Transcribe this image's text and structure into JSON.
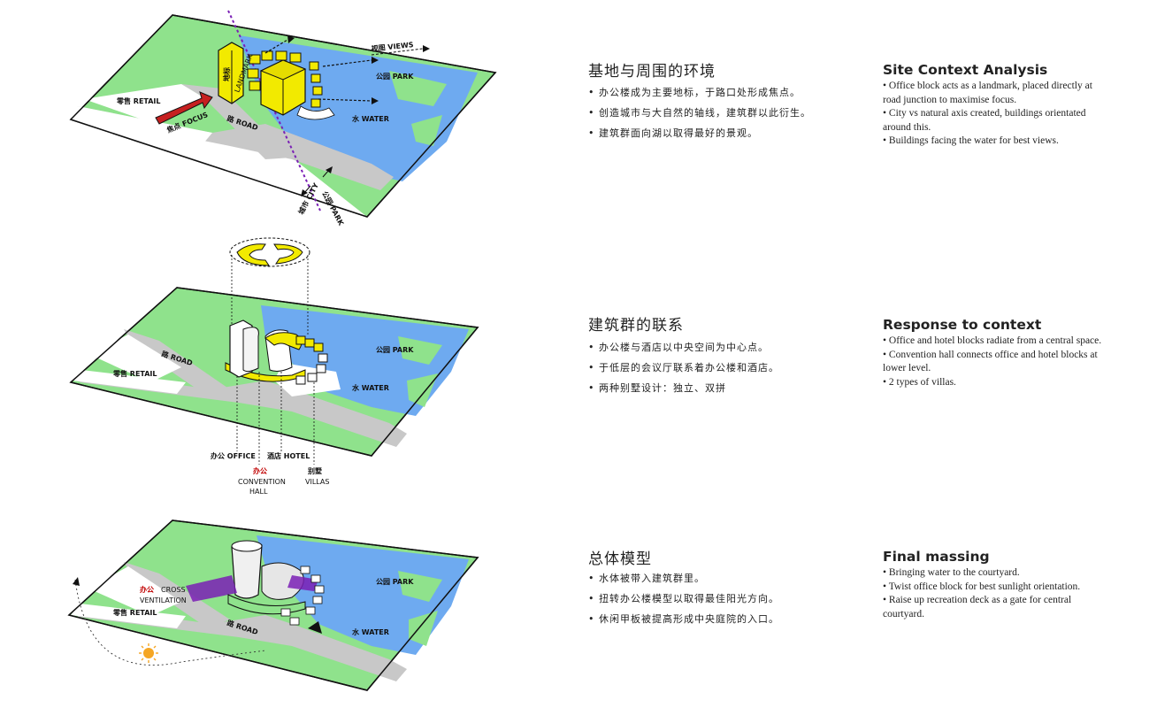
{
  "diagram1": {
    "retail": "零售 RETAIL",
    "landmark_cn": "地标",
    "landmark_en": "LANDMARK",
    "focus": "焦点 FOCUS",
    "road": "路 ROAD",
    "views": "视图 VIEWS",
    "park": "公园 PARK",
    "water": "水 WATER",
    "city": "城市 CITY",
    "park_axis": "公园 PARK"
  },
  "diagram2": {
    "road": "路 ROAD",
    "retail": "零售 RETAIL",
    "park": "公园 PARK",
    "water": "水 WATER",
    "office": "办公 OFFICE",
    "hotel": "酒店 HOTEL",
    "convention_cn": "办公",
    "convention_en1": "CONVENTION",
    "convention_en2": "HALL",
    "villas_cn": "别墅",
    "villas_en": "VILLAS"
  },
  "diagram3": {
    "cross_cn": "办公",
    "cross_en1": "CROSS",
    "cross_en2": "VENTILATION",
    "retail": "零售 RETAIL",
    "road": "路 ROAD",
    "park": "公园 PARK",
    "water": "水 WATER"
  },
  "sections": [
    {
      "cn_title": "基地与周围的环境",
      "cn_items": [
        "办公楼成为主要地标，于路口处形成焦点。",
        "创造城市与大自然的轴线，建筑群以此衍生。",
        "建筑群面向湖以取得最好的景观。"
      ],
      "en_title": "Site Context Analysis",
      "en_items": [
        "Office block acts as a landmark, placed directly at road junction to maximise focus.",
        "City vs natural axis created, buildings orientated around this.",
        "Buildings facing the water for best views."
      ]
    },
    {
      "cn_title": "建筑群的联系",
      "cn_items": [
        "办公楼与酒店以中央空间为中心点。",
        "于低层的会议厅联系着办公楼和酒店。",
        "两种别墅设计：独立、双拼"
      ],
      "en_title": "Response to context",
      "en_items": [
        "Office and hotel blocks radiate from a central space.",
        "Convention hall connects office and hotel blocks at lower level.",
        "2 types of villas."
      ]
    },
    {
      "cn_title": "总体模型",
      "cn_items": [
        "水体被带入建筑群里。",
        "扭转办公楼模型以取得最佳阳光方向。",
        "休闲甲板被提高形成中央庭院的入口。"
      ],
      "en_title": "Final massing",
      "en_items": [
        "Bringing water to the courtyard.",
        "Twist office block for best sunlight orientation.",
        "Raise up recreation deck as a gate for central courtyard."
      ]
    }
  ],
  "colors": {
    "green": "#8fe28c",
    "water": "#6eaaf0",
    "road": "#c8c8c8",
    "yellow": "#f2ea00",
    "purple": "#7a1fb5",
    "focus_red": "#c62020"
  }
}
